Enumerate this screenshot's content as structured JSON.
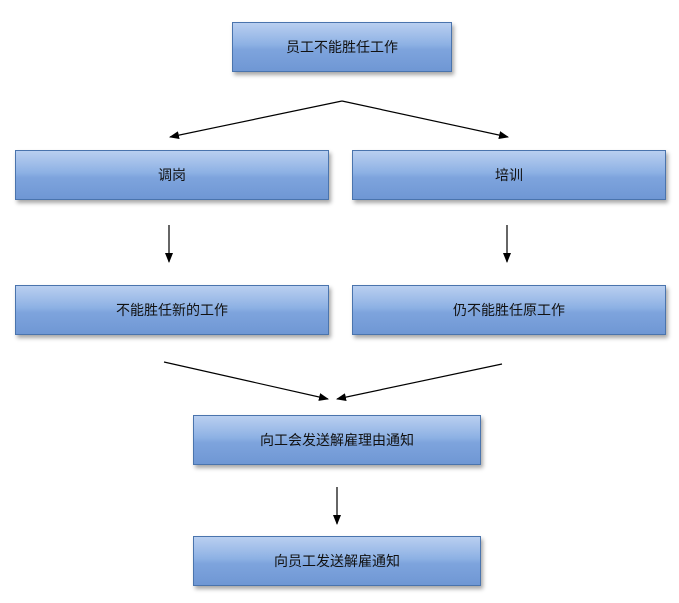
{
  "diagram": {
    "nodes": {
      "incompetent": "员工不能胜任工作",
      "transfer": "调岗",
      "training": "培训",
      "still_incompetent_new": "不能胜任新的工作",
      "still_incompetent_original": "仍不能胜任原工作",
      "notify_union": "向工会发送解雇理由通知",
      "notify_employee": "向员工发送解雇通知"
    },
    "edges": [
      {
        "from": "incompetent",
        "to": "transfer"
      },
      {
        "from": "incompetent",
        "to": "training"
      },
      {
        "from": "transfer",
        "to": "still_incompetent_new"
      },
      {
        "from": "training",
        "to": "still_incompetent_original"
      },
      {
        "from": "still_incompetent_new",
        "to": "notify_union"
      },
      {
        "from": "still_incompetent_original",
        "to": "notify_union"
      },
      {
        "from": "notify_union",
        "to": "notify_employee"
      }
    ]
  }
}
